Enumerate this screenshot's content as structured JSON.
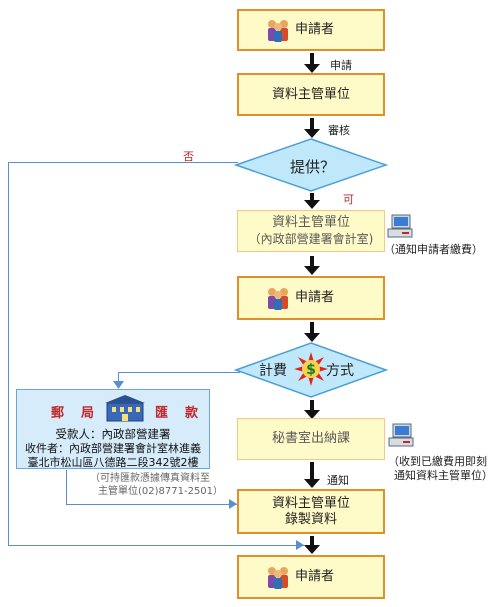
{
  "nodes": {
    "applicant_top": "申請者",
    "data_unit": "資料主管單位",
    "decision": "提供？",
    "accounting_line1": "資料主管單位",
    "accounting_line2": "（內政部營建署會計室)",
    "applicant_mid": "申請者",
    "fee_left": "計費",
    "fee_right": "方式",
    "secretariat": "秘書室出納課",
    "record_line1": "資料主管單位",
    "record_line2": "錄製資料",
    "applicant_bottom": "申請者"
  },
  "edge_labels": {
    "apply": "申請",
    "review": "審核",
    "no": "否",
    "yes": "可",
    "notify": "通知"
  },
  "notes": {
    "notify_applicant": "（通知申請者繳費）",
    "receipt_line1": "（收到已繳費用即刻",
    "receipt_line2": "通知資料主管單位）"
  },
  "postal": {
    "char1": "郵",
    "char2": "局",
    "char3": "匯",
    "char4": "款",
    "payee": "受款人：內政部營建署",
    "receiver": "收件者：內政部營建署會計室林進義",
    "address": "臺北市松山區八德路二段342號2樓"
  },
  "fax_note": {
    "line1": "（可持匯款憑據傳真資料至",
    "line2": "主管單位(02)8771-2501）"
  },
  "colors": {
    "box_fill": "#fffbc8",
    "box_border": "#e3a23a",
    "diamond_fill": "#bfe8fb",
    "diamond_border": "#4a9fd8",
    "connector_blue": "#5b8ed1",
    "arrow": "#111111",
    "postal_red": "#c1272d"
  },
  "icons": [
    "person-group-icon",
    "computer-icon",
    "dollar-burst-icon",
    "post-office-icon"
  ]
}
